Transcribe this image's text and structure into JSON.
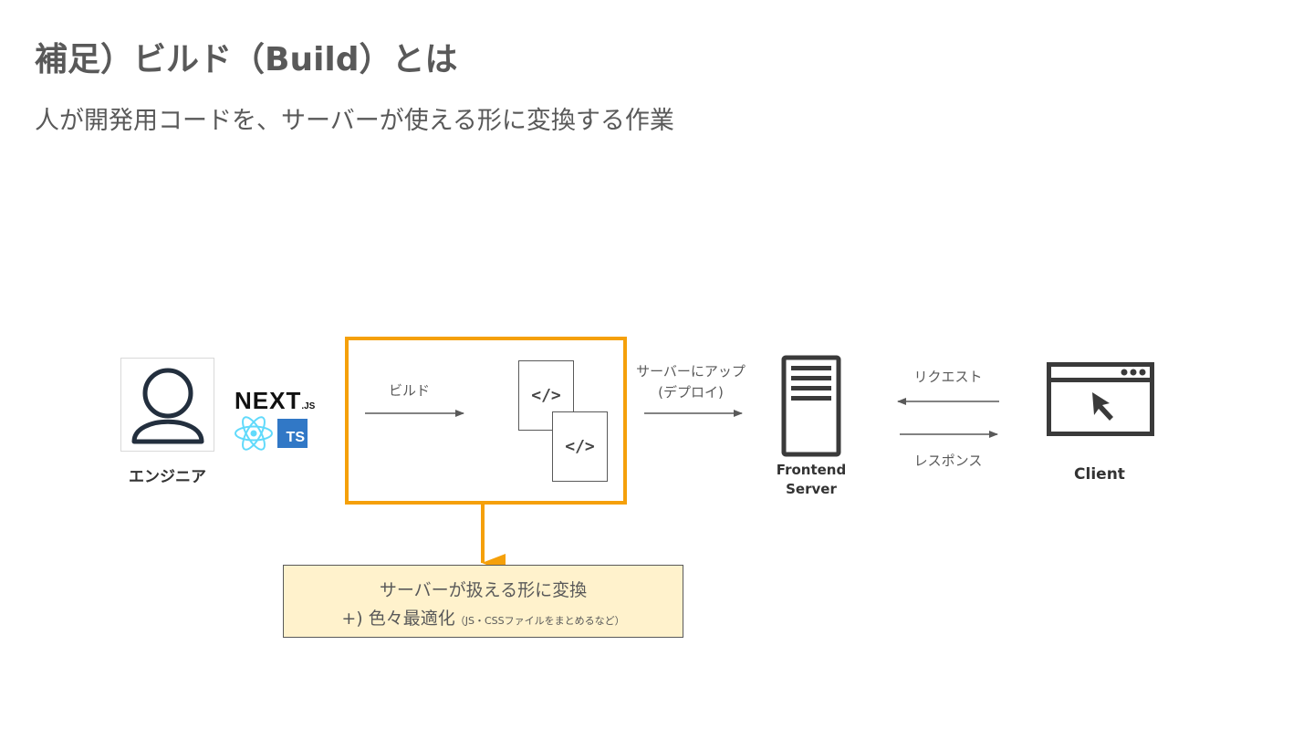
{
  "slide": {
    "title": "補足）ビルド（Build）とは",
    "subtitle": "人が開発用コードを、サーバーが使える形に変換する作業"
  },
  "diagram": {
    "engineer": {
      "label": "エンジニア",
      "icon": "person-icon"
    },
    "tech_logos": {
      "next": "NEXT",
      "next_suffix": ".JS",
      "react_icon": "react-atom-icon",
      "typescript": "TS"
    },
    "build_step": {
      "label": "ビルド",
      "code_doc_1": "</>",
      "code_doc_2": "</>",
      "highlight_color": "#f5a00a"
    },
    "deploy_step": {
      "label_line1": "サーバーにアップ",
      "label_line2": "(デプロイ)"
    },
    "server": {
      "label_line1": "Frontend",
      "label_line2": "Server",
      "icon": "server-icon"
    },
    "request_label": "リクエスト",
    "response_label": "レスポンス",
    "client": {
      "label": "Client",
      "icon": "browser-window-icon"
    },
    "result_box": {
      "line1": "サーバーが扱える形に変換",
      "line2_main": "+) 色々最適化",
      "line2_note": "（JS・CSSファイルをまとめるなど）",
      "background": "#fff2cc"
    }
  }
}
